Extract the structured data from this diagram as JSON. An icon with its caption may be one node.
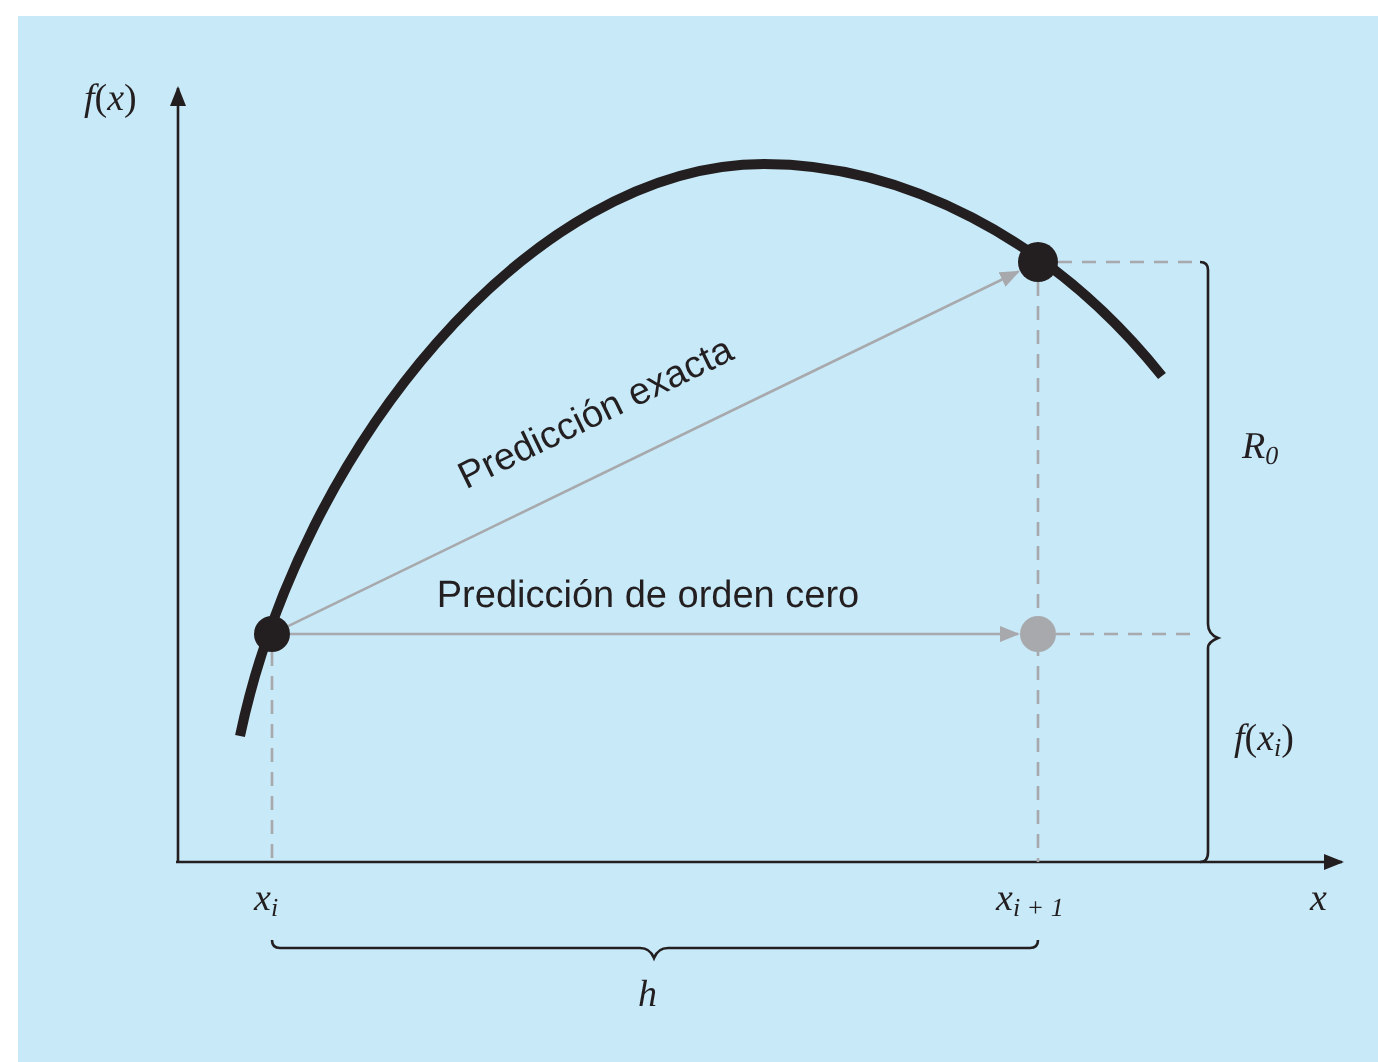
{
  "diagram": {
    "nodes": [
      {
        "text": [],
        "shape": "circle"
      },
      {
        "text": [],
        "shape": "circle"
      },
      {
        "text": [],
        "shape": "circle"
      }
    ],
    "edges": [
      {
        "from": 0,
        "to": 1,
        "arrow": "to",
        "label": "Predicción exacta"
      },
      {
        "from": 0,
        "to": 2,
        "arrow": "to",
        "label": "Predicción de orden cero"
      }
    ],
    "labels": [
      "*f*(*x*)",
      "*x*",
      "*x*$_{i}$",
      "*x*$_{i + 1}$",
      "*h*",
      "*R*$_{0}$",
      "*f*(*x*$_{i}$)"
    ]
  }
}
